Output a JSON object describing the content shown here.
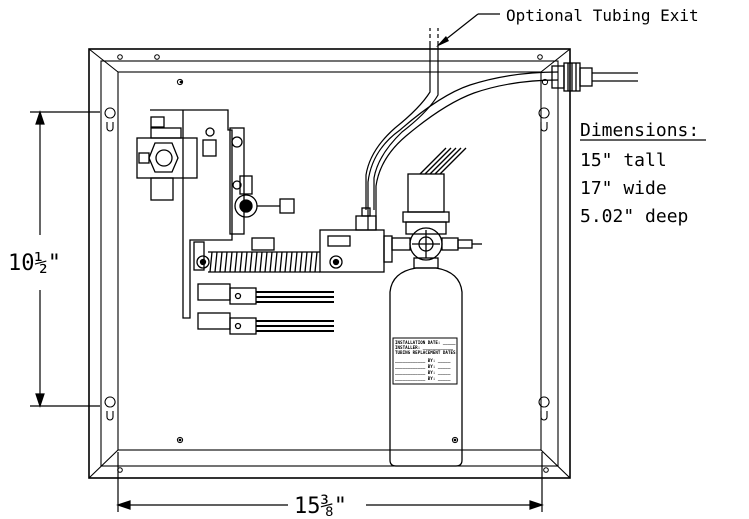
{
  "callout": {
    "text": "Optional Tubing Exit"
  },
  "dimensions": {
    "heading": "Dimensions:",
    "lines": [
      "15\" tall",
      "17\" wide",
      "5.02\" deep"
    ]
  },
  "measures": {
    "vertical": "10½\"",
    "horizontal": "15⅜\""
  },
  "cylinder_label": {
    "lines": [
      "INSTALLATION DATE: _____",
      "INSTALLER: ____________",
      "TUBING REPLACEMENT DATES:",
      "____________ BY: _____",
      "____________ BY: _____",
      "____________ BY: _____",
      "____________ BY: _____"
    ]
  }
}
